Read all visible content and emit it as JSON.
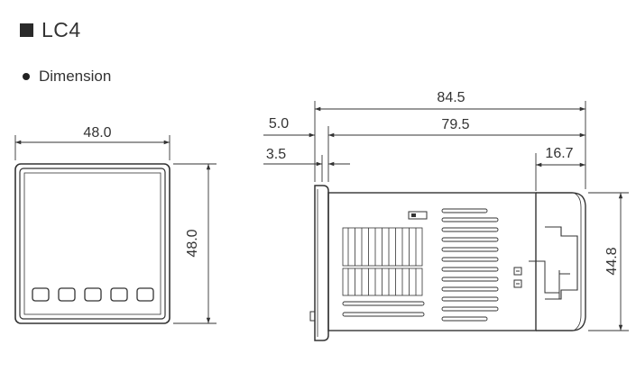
{
  "header": {
    "title": "LC4"
  },
  "section": {
    "label": "Dimension"
  },
  "front_view": {
    "width_label": "48.0",
    "height_label": "48.0"
  },
  "side_view": {
    "total_length_label": "84.5",
    "body_length_label": "79.5",
    "bezel_total_label": "5.0",
    "bezel_label": "3.5",
    "connector_label": "16.7",
    "height_label": "44.8"
  },
  "colors": {
    "line": "#333333",
    "fill": "#ffffff"
  }
}
